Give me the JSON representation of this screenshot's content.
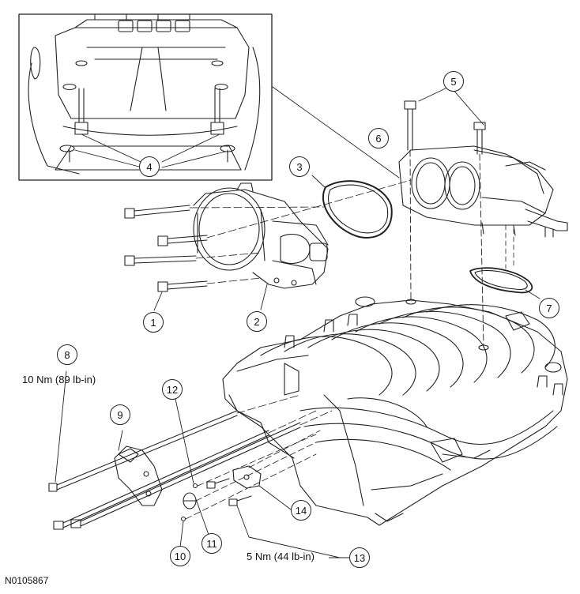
{
  "figure_id": "N0105867",
  "callouts": [
    "1",
    "2",
    "3",
    "4",
    "5",
    "6",
    "7",
    "8",
    "9",
    "10",
    "11",
    "12",
    "13",
    "14"
  ],
  "torque": {
    "part8": "10 Nm (89 lb-in)",
    "part13": "5 Nm (44 lb-in)"
  },
  "colors": {
    "line": "#222222",
    "background": "#ffffff"
  }
}
